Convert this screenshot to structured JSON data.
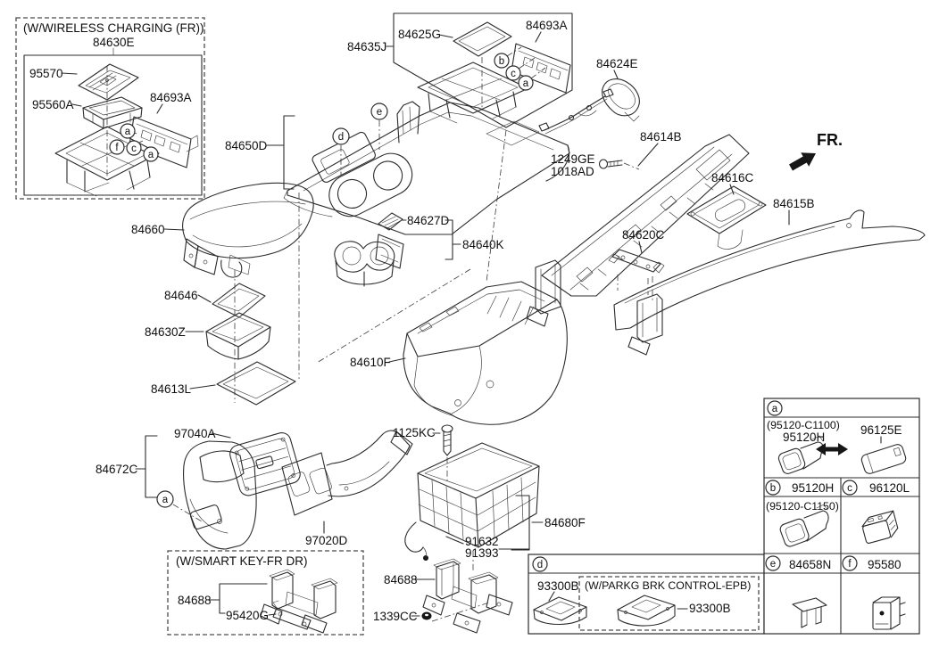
{
  "colors": {
    "line": "#2b2b2b",
    "label": "#111111",
    "background": "#ffffff"
  },
  "fr_indicator": "FR.",
  "callouts": {
    "a": "a",
    "b": "b",
    "c": "c",
    "d": "d",
    "e": "e",
    "f": "f"
  },
  "wireless_box": {
    "title": "(W/WIRELESS CHARGING (FR))",
    "assembly": "84630E",
    "pad": "95570",
    "tray": "95560A",
    "plate": "84693A"
  },
  "upper_box": {
    "frame": "84635J",
    "pad": "84625G",
    "plate": "84693A"
  },
  "parts": {
    "harness": "84624E",
    "console_cover": "84650D",
    "side_panel_left": "84614B",
    "bolt_a": "1249GE",
    "bolt_b": "1018AD",
    "bracket_plate": "84616C",
    "side_panel_right": "84615B",
    "rail_bracket": "84620C",
    "armrest": "84660",
    "pad_small": "84646",
    "tray": "84630Z",
    "mat": "84613L",
    "pad_cup": "84627D",
    "cup_holder": "84640K",
    "console_body": "84610F",
    "vent": "97040A",
    "rear_cover": "84672C",
    "duct": "97020D",
    "screw": "1125KC",
    "basket": "84680F",
    "wiring_a": "91632",
    "wiring_b": "91393",
    "bracket_rear": "84688",
    "grommet": "1339CC"
  },
  "smart_key_box": {
    "title": "(W/SMART KEY-FR DR)",
    "bracket": "84688",
    "bar": "95420G"
  },
  "ref_table": {
    "a": {
      "letter": "a",
      "variant": "(95120-C1100)",
      "socket": "95120H",
      "alt": "96125E"
    },
    "b": {
      "letter": "b",
      "part": "95120H",
      "variant": "(95120-C1150)"
    },
    "c": {
      "letter": "c",
      "part": "96120L"
    },
    "d": {
      "letter": "d",
      "part": "93300B",
      "epb_title": "(W/PARKG BRK CONTROL-EPB)",
      "epb_part": "93300B"
    },
    "e": {
      "letter": "e",
      "part": "84658N"
    },
    "f": {
      "letter": "f",
      "part": "95580"
    }
  }
}
